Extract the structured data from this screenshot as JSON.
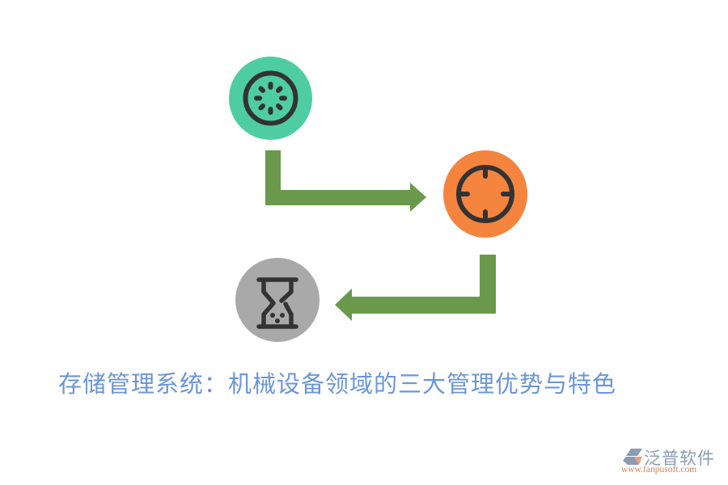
{
  "diagram": {
    "nodes": [
      {
        "id": "step1",
        "icon": "loading-spinner-icon",
        "color": "#4ecda3",
        "icon_color": "#333333"
      },
      {
        "id": "step2",
        "icon": "crosshair-target-icon",
        "color": "#f5843f",
        "icon_color": "#333333"
      },
      {
        "id": "step3",
        "icon": "hourglass-icon",
        "color": "#a9a9a9",
        "icon_color": "#333333"
      }
    ],
    "arrows": [
      {
        "from": "step1",
        "to": "step2",
        "direction": "down-right",
        "color": "#6a994b"
      },
      {
        "from": "step2",
        "to": "step3",
        "direction": "down-left",
        "color": "#6a994b"
      }
    ]
  },
  "title": {
    "text": "存储管理系统：机械设备领域的三大管理优势与特色",
    "color": "#6b96d8"
  },
  "logo": {
    "name": "泛普软件",
    "url": "www.fanpusoft.com",
    "name_color": "#8a9bb3",
    "url_color": "#d4835b"
  }
}
